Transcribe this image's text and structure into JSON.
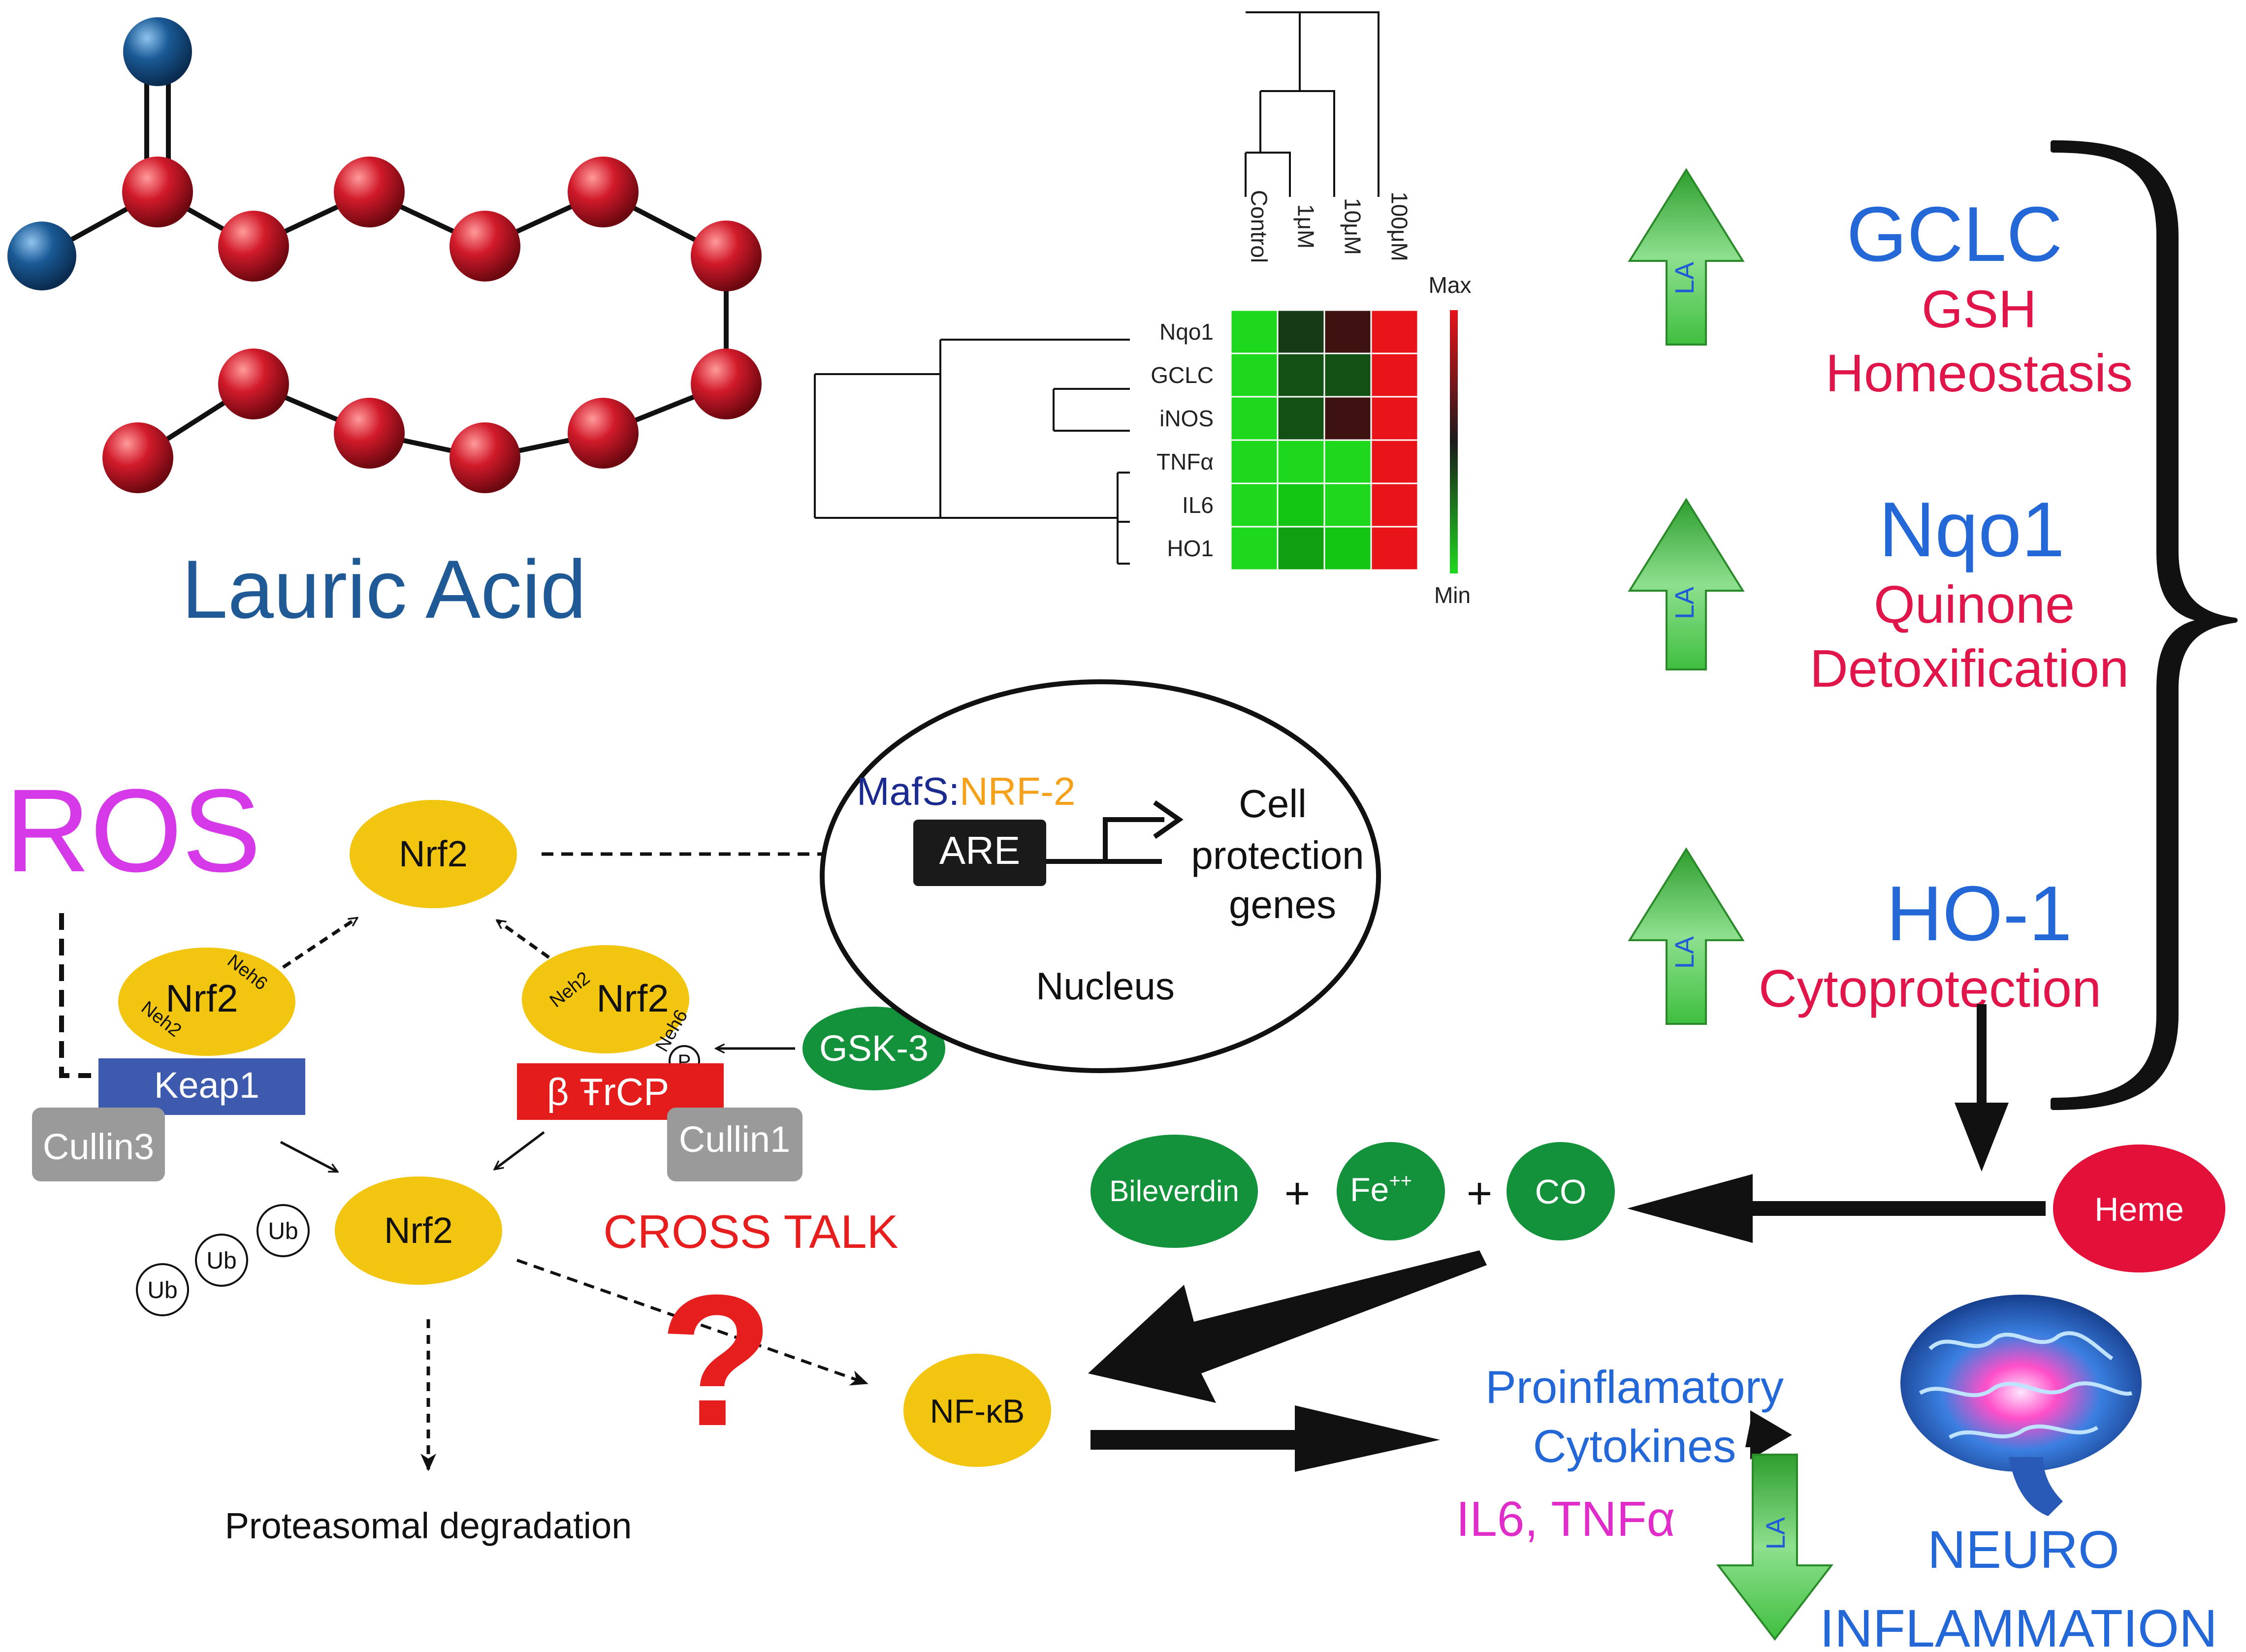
{
  "molecule": {
    "title": "Lauric Acid"
  },
  "heatmap": {
    "columns": [
      "Control",
      "1μM",
      "10μM",
      "100μM"
    ],
    "rows": [
      "Nqo1",
      "GCLC",
      "iNOS",
      "TNFα",
      "IL6",
      "HO1"
    ],
    "scale_max": "Max",
    "scale_min": "Min",
    "colors": {
      "bright_green": "#1ed81e",
      "green": "#13c613",
      "mid_green": "#0f9f11",
      "dark_green": "#135013",
      "very_dark_green": "#173a16",
      "dark_red": "#3f1212",
      "red": "#e8141a"
    },
    "cells": [
      [
        "bright_green",
        "very_dark_green",
        "dark_red",
        "red"
      ],
      [
        "bright_green",
        "dark_green",
        "dark_green",
        "red"
      ],
      [
        "bright_green",
        "dark_green",
        "dark_red",
        "red"
      ],
      [
        "bright_green",
        "bright_green",
        "bright_green",
        "red"
      ],
      [
        "bright_green",
        "green",
        "bright_green",
        "red"
      ],
      [
        "bright_green",
        "mid_green",
        "green",
        "red"
      ]
    ]
  },
  "effects": {
    "arrow_label": "LA",
    "items": [
      {
        "gene": "GCLC",
        "function_line1": "GSH",
        "function_line2": "Homeostasis"
      },
      {
        "gene": "Nqo1",
        "function_line1": "Quinone",
        "function_line2": "Detoxification"
      },
      {
        "gene": "HO-1",
        "function_line1": "Cytoprotection",
        "function_line2": ""
      }
    ]
  },
  "pathway": {
    "ros": "ROS",
    "nrf2": "Nrf2",
    "neh2": "Neh2",
    "neh6": "Neh6",
    "keap1": "Keap1",
    "cullin3": "Cullin3",
    "btrcp": "β ŦrCP",
    "cullin1": "Cullin1",
    "gsk3": "GSK-3",
    "phospho": "P",
    "ub": "Ub",
    "degradation": "Proteasomal degradation",
    "nucleus": {
      "mafs": "MafS",
      "separator": ":",
      "nrf2": "NRF-2",
      "are": "ARE",
      "genes_line1": "Cell",
      "genes_line2": "protection",
      "genes_line3": "genes",
      "label": "Nucleus"
    },
    "cross_talk": "CROSS TALK",
    "question": "?",
    "nfkb": "NF-κB",
    "heme": "Heme",
    "bileverdin": "Bileverdin",
    "plus": "+",
    "fe": "Fe",
    "fe_charge": "++",
    "co": "CO",
    "cytokines_line1": "Proinflamatory",
    "cytokines_line2": "Cytokines",
    "il6_tnf": "IL6, TNFα",
    "neuro_line1": "NEURO",
    "neuro_line2": "INFLAMMATION"
  },
  "palette": {
    "atom_red": "#d11a2a",
    "atom_blue": "#1a5a96",
    "yellow": "#f2c511",
    "keap_blue": "#3d5aae",
    "cullin_gray": "#9a9a9a",
    "btrcp_red": "#e41c1c",
    "green": "#13913b",
    "heme_red": "#e3103a",
    "gene_blue": "#2468d8",
    "function_red": "#e0154a",
    "ros_magenta": "#d63ae8",
    "cross_red": "#e61e1e",
    "arrow_green": "#3bb33b",
    "title_blue": "#1f5a96"
  }
}
